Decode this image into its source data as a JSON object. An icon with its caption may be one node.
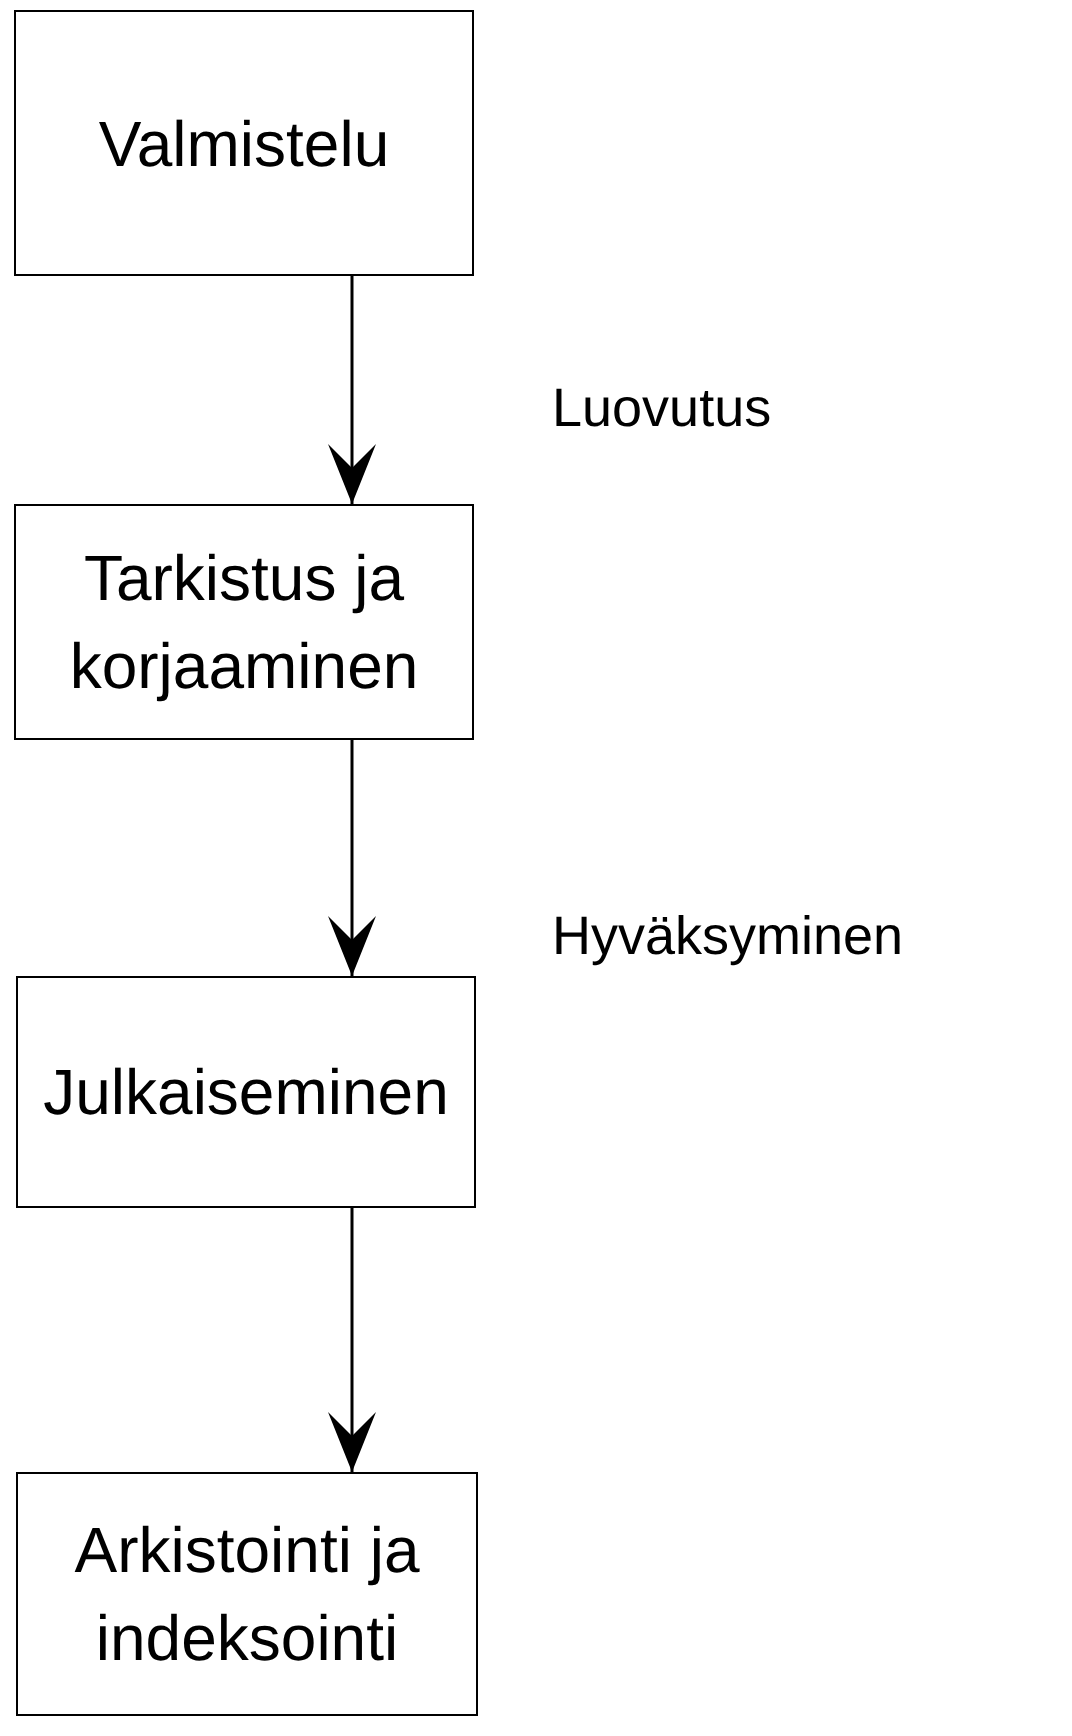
{
  "diagram": {
    "nodes": [
      {
        "text": [
          "Valmistelu"
        ]
      },
      {
        "text": [
          "Tarkistus ja korjaaminen"
        ]
      },
      {
        "text": [
          "Julkaiseminen"
        ]
      },
      {
        "text": [
          "Arkistointi ja indeksointi"
        ]
      }
    ],
    "edges": [
      {
        "from": 0,
        "to": 1,
        "arrow": "to",
        "label": "Luovutus"
      },
      {
        "from": 1,
        "to": 2,
        "arrow": "to",
        "label": "Hyväksyminen"
      },
      {
        "from": 2,
        "to": 3,
        "arrow": "to"
      }
    ]
  }
}
